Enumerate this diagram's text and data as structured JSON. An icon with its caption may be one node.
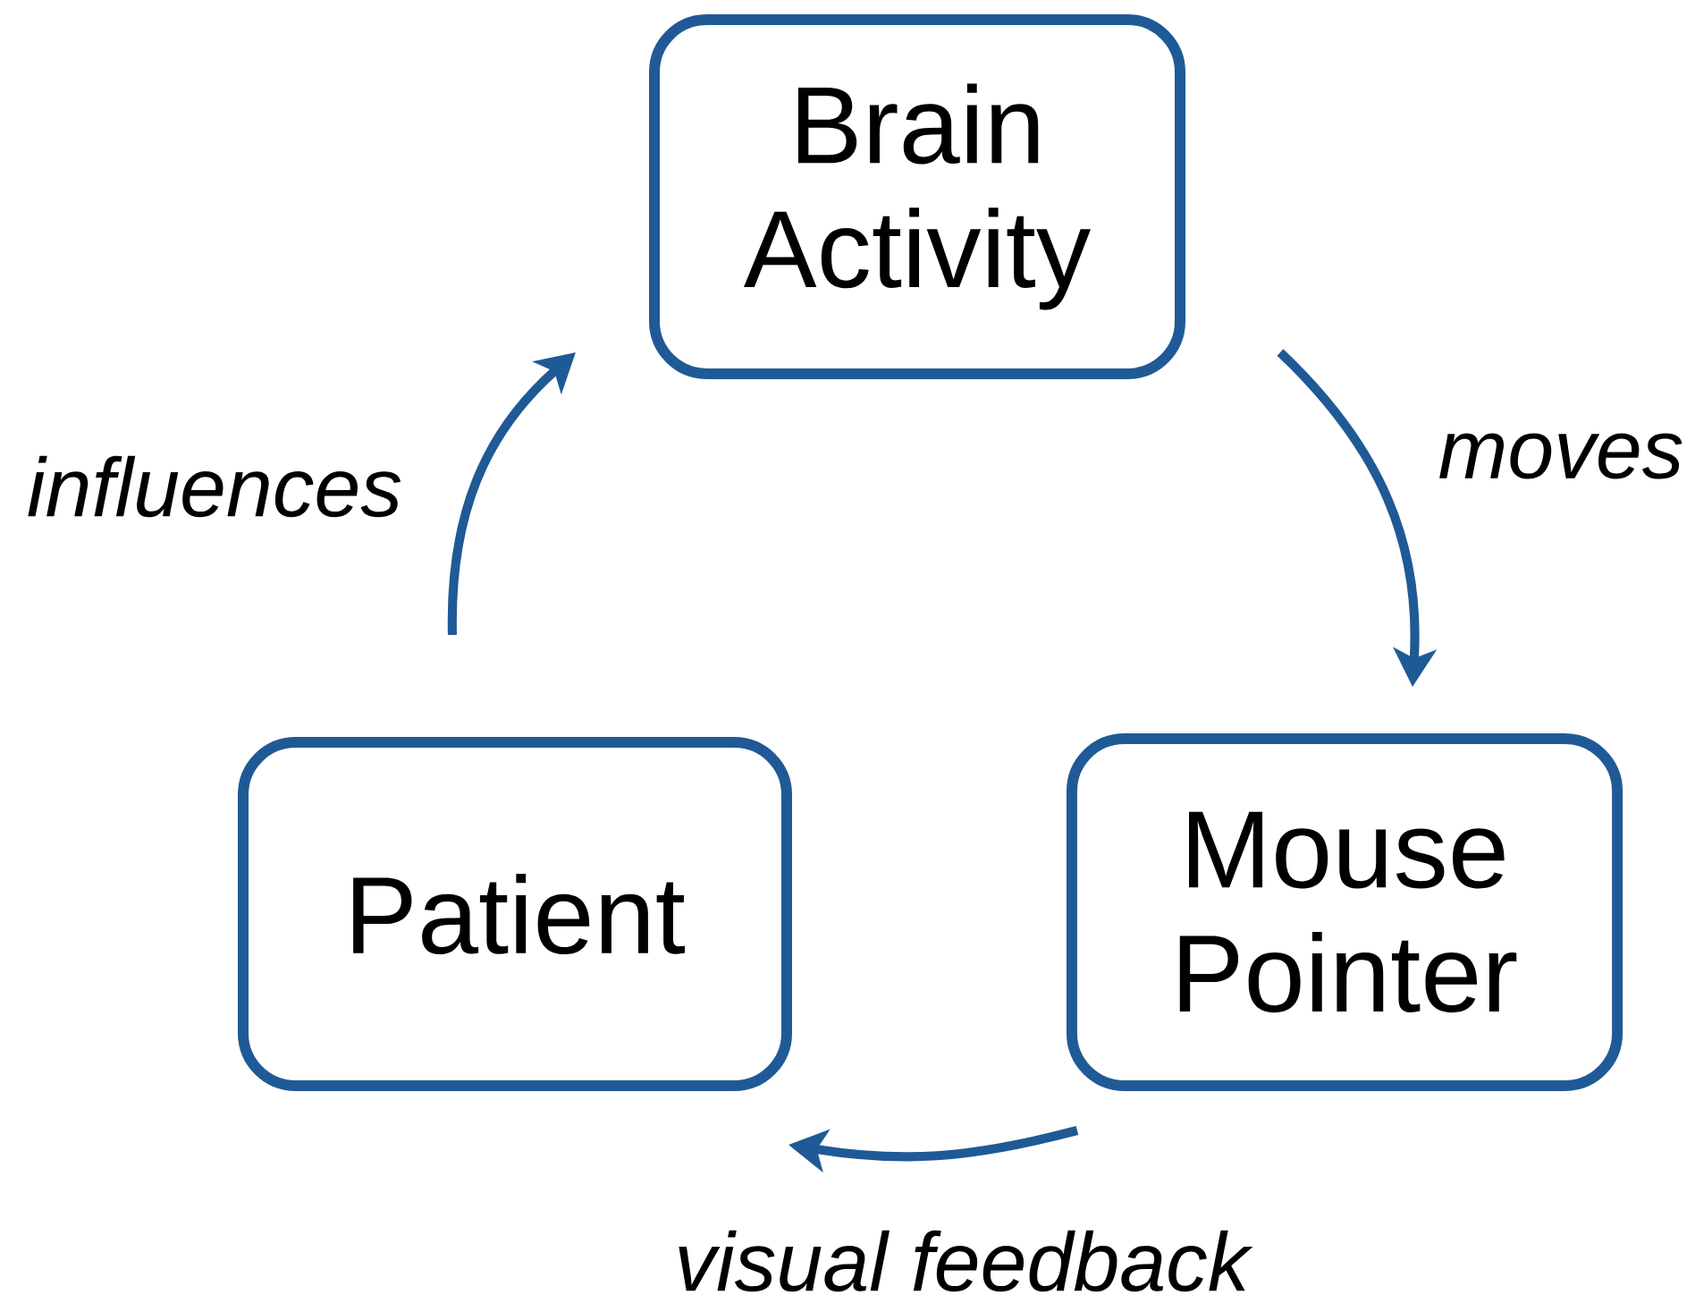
{
  "diagram": {
    "nodes": [
      {
        "text": [
          "Brain Activity"
        ]
      },
      {
        "text": [
          "Mouse Pointer"
        ]
      },
      {
        "text": [
          "Patient"
        ]
      }
    ],
    "edges": [
      {
        "from": 0,
        "to": 1,
        "arrow": "to",
        "label": "moves"
      },
      {
        "from": 1,
        "to": 2,
        "arrow": "to",
        "label": "visual feedback"
      },
      {
        "from": 2,
        "to": 0,
        "arrow": "to",
        "label": "influences"
      }
    ]
  }
}
